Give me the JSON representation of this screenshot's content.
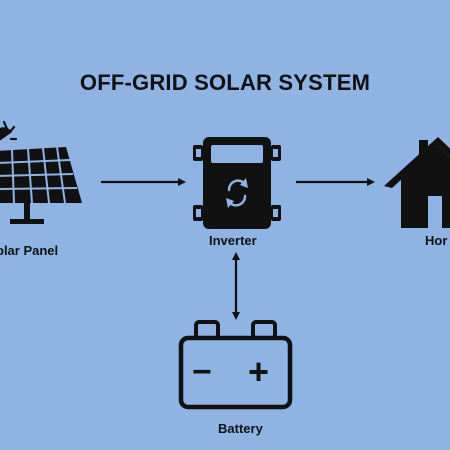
{
  "title": "OFF-GRID SOLAR SYSTEM",
  "nodes": {
    "solar_panel": {
      "label": "olar Panel"
    },
    "inverter": {
      "label": "Inverter"
    },
    "home": {
      "label": "Hor"
    },
    "battery": {
      "label": "Battery",
      "minus": "−",
      "plus": "+"
    }
  },
  "colors": {
    "background": "#8fb3e3",
    "ink": "#111111"
  },
  "icons": [
    "solar-panel-icon",
    "inverter-icon",
    "home-icon",
    "battery-icon"
  ],
  "connections": [
    {
      "from": "solar_panel",
      "to": "inverter",
      "direction": "one-way"
    },
    {
      "from": "inverter",
      "to": "home",
      "direction": "one-way"
    },
    {
      "from": "inverter",
      "to": "battery",
      "direction": "two-way"
    }
  ]
}
